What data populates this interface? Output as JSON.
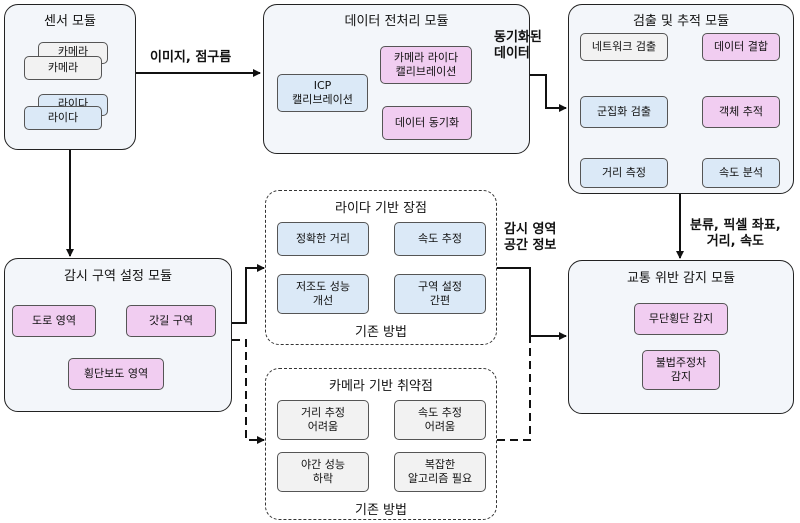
{
  "sensor": {
    "title": "센서 모듈",
    "camera_back": "카메라",
    "camera": "카메라",
    "lidar_back": "라이다",
    "lidar": "라이다"
  },
  "preprocess": {
    "title": "데이터 전처리 모듈",
    "icp": "ICP\n캘리브레이션",
    "cam_lidar": "카메라 라이다\n캘리브레이션",
    "sync": "데이터 동기화"
  },
  "detect": {
    "title": "검출 및 추적 모듈",
    "network": "네트워크 검출",
    "fusion": "데이터 결합",
    "cluster": "군집화 검출",
    "tracking": "객체 추적",
    "distance": "거리 측정",
    "speed": "속도 분석"
  },
  "zone": {
    "title": "감시 구역 설정 모듈",
    "road": "도로 영역",
    "shoulder": "갓길 구역",
    "crosswalk": "횡단보도 영역"
  },
  "lidar_adv": {
    "title": "라이다 기반 장점",
    "accurate_distance": "정확한 거리",
    "speed_estimation": "속도 추정",
    "low_light": "저조도 성능\n개선",
    "zone_setup": "구역 설정\n간편",
    "footer": "기존 방법"
  },
  "camera_weak": {
    "title": "카메라 기반 취약점",
    "distance_hard": "거리 추정\n어려움",
    "speed_hard": "속도 추정\n어려움",
    "night_drop": "야간 성능\n하락",
    "complex_algo": "복잡한\n알고리즘 필요",
    "footer": "기존 방법"
  },
  "violation": {
    "title": "교통 위반 감지 모듈",
    "jaywalk": "무단횡단 감지",
    "illegal_parking": "불법주정차\n감지"
  },
  "labels": {
    "image_pointcloud": "이미지, 점구름",
    "synced_data": "동기화된\n데이터",
    "class_pixel": "분류, 픽셀 좌표,\n거리, 속도",
    "zone_info": "감시 영역\n공간 정보"
  }
}
